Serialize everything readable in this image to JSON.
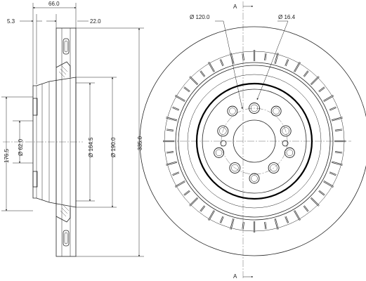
{
  "drawing": {
    "front_view": {
      "section_label_top": "A",
      "section_label_bottom": "A",
      "bolt_circle_label": "Ø 120.0",
      "bolt_hole_label": "Ø 16.4",
      "bolt_hole_count": 5,
      "vent_slot_count": 48
    },
    "side_view": {
      "total_width": "66.0",
      "hat_offset": "5.3",
      "disc_thickness": "22.0",
      "hat_height": "176.5",
      "center_bore": "Ø 62.0",
      "hat_diameter": "Ø 164.5",
      "inner_diameter": "Ø 190.0",
      "outer_diameter": "335.0"
    }
  }
}
